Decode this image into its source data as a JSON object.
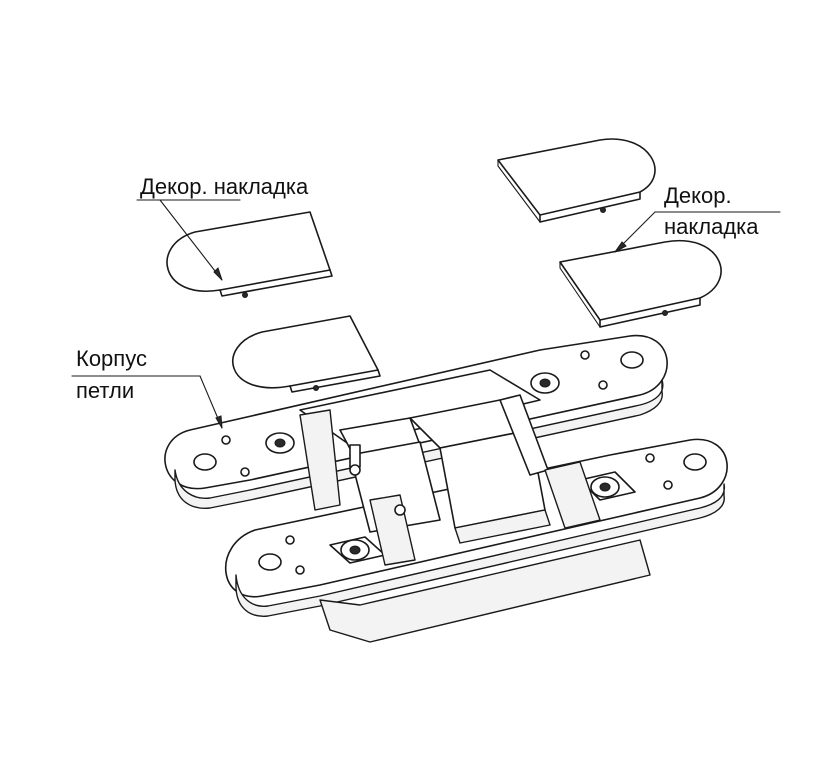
{
  "labels": {
    "decor_left": "Декор. накладка",
    "decor_right_line1": "Декор.",
    "decor_right_line2": "накладка",
    "body_line1": "Корпус",
    "body_line2": "петли"
  },
  "colors": {
    "line": "#1a1a1a",
    "background": "#ffffff",
    "text": "#111111"
  }
}
